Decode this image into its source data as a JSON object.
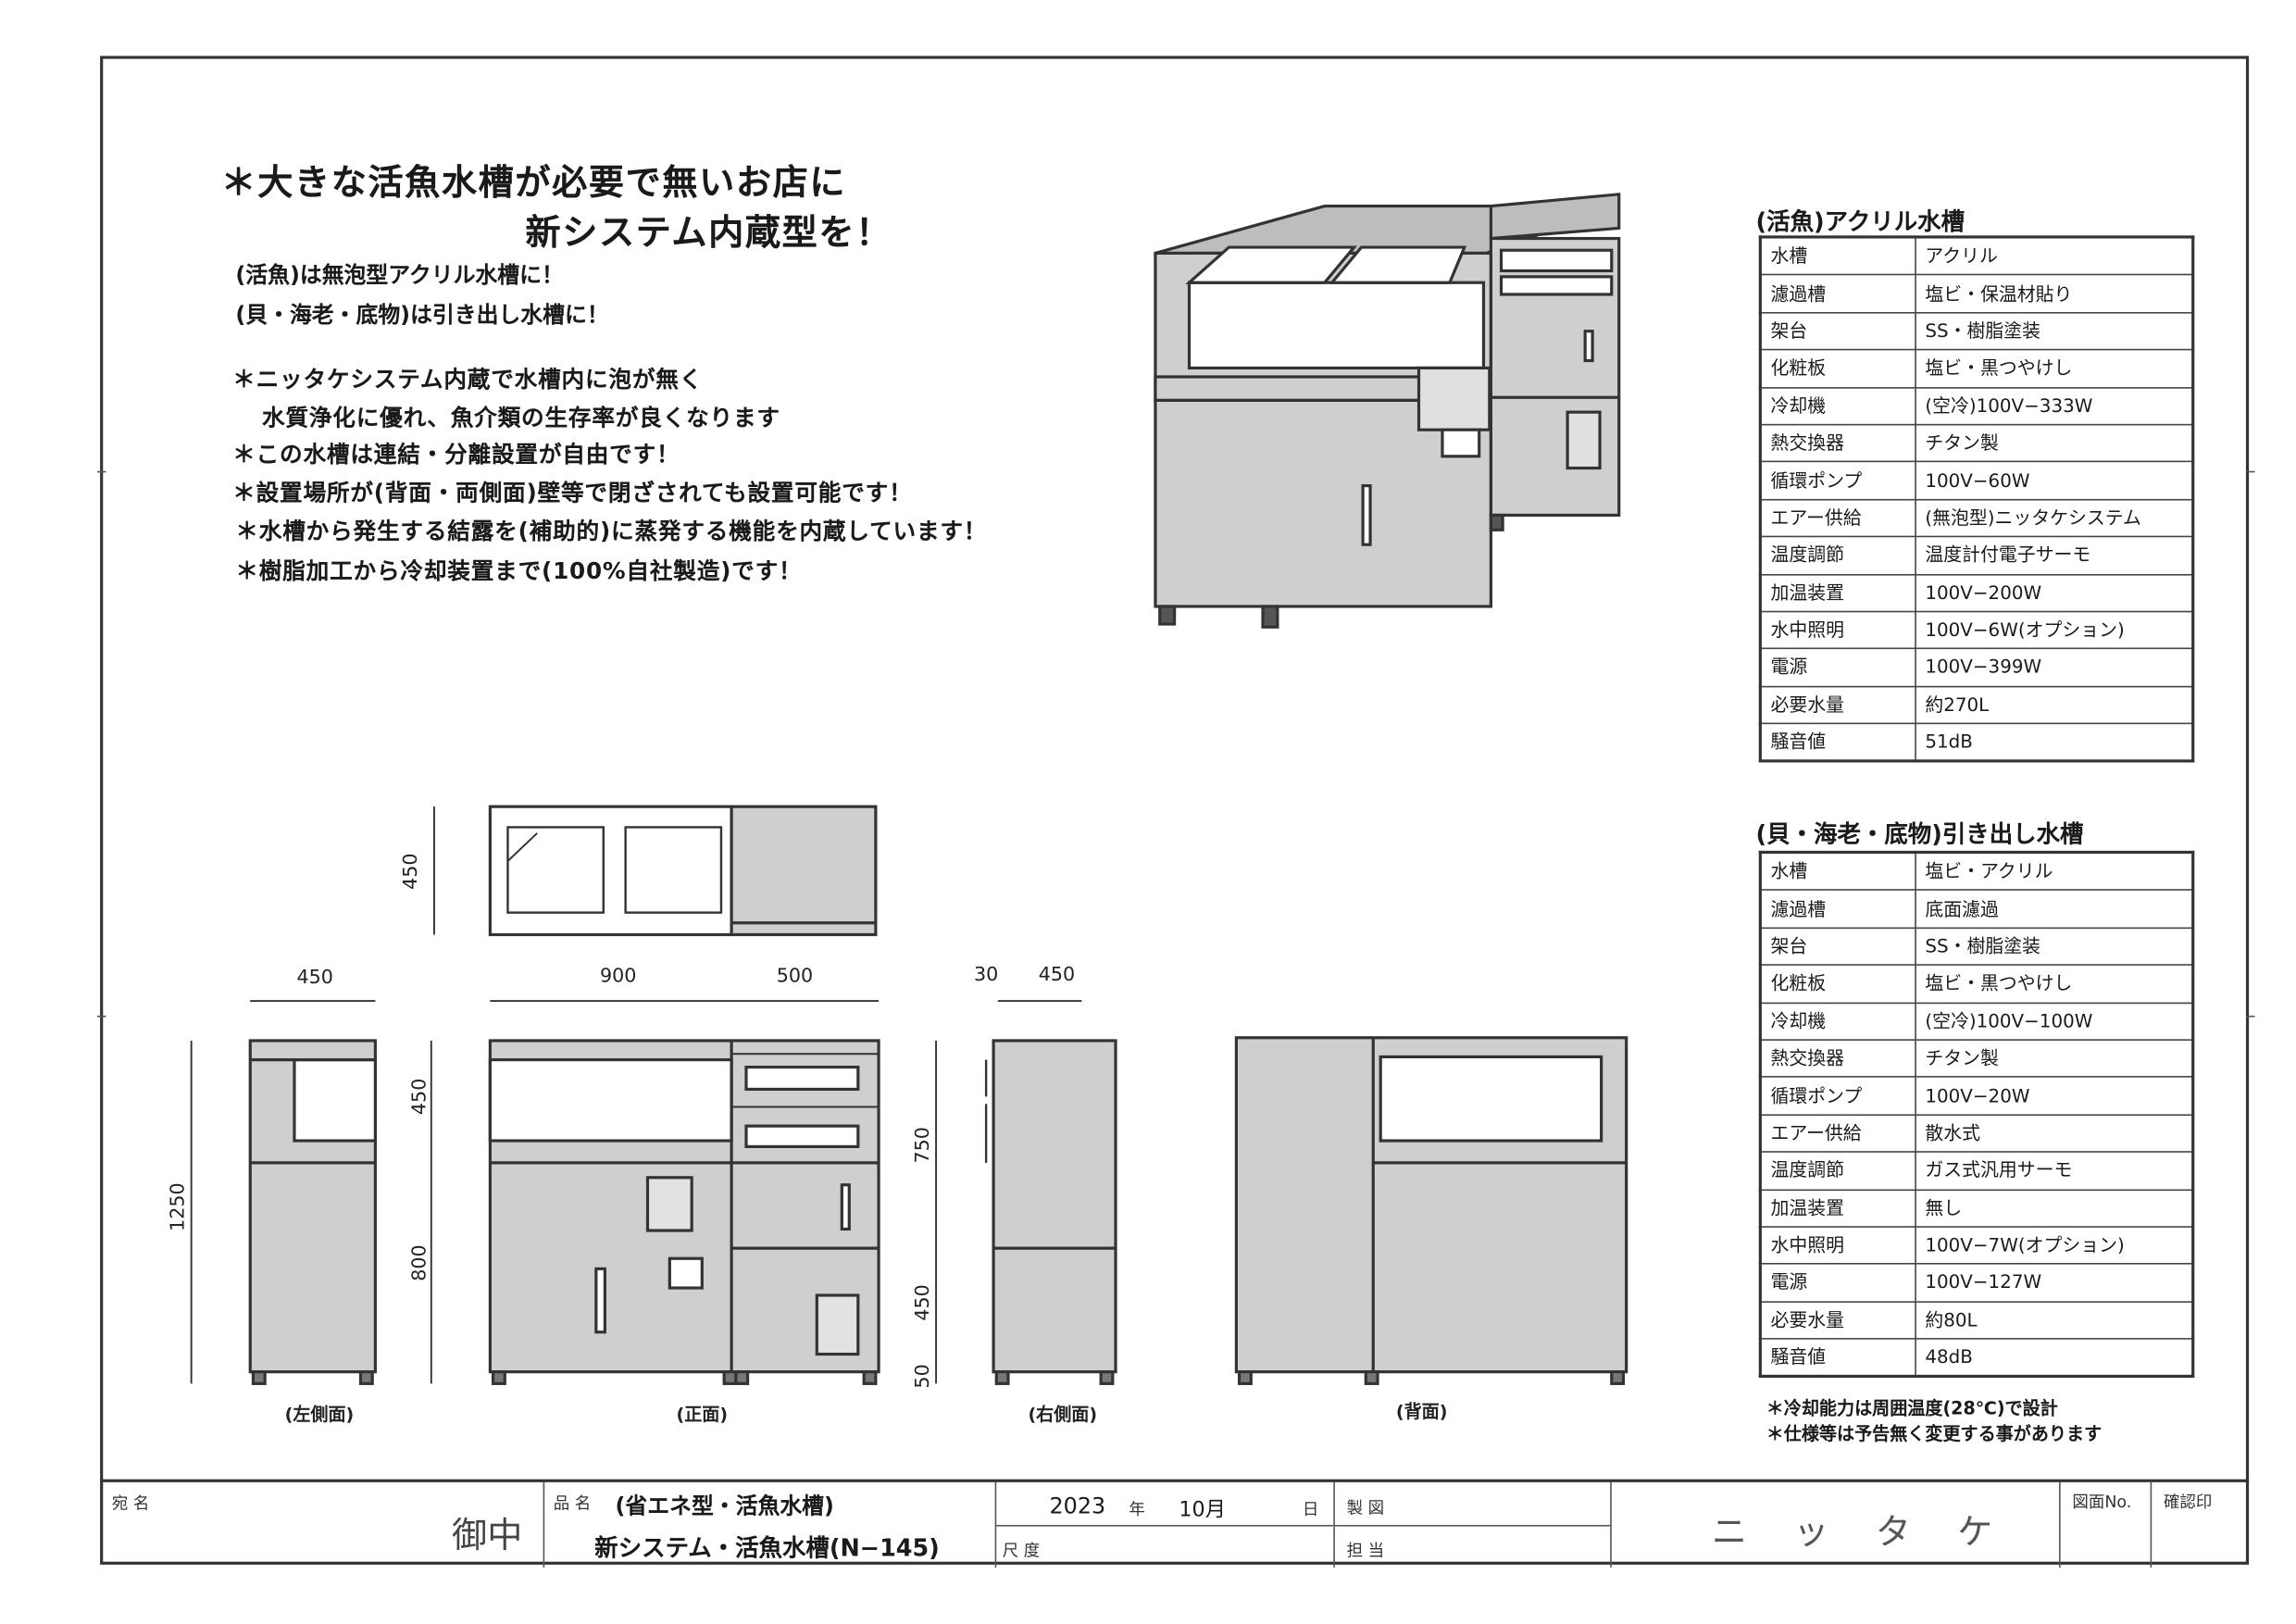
{
  "headline": [
    "＊大きな活魚水槽が必要で無いお店に",
    "新システム内蔵型を！"
  ],
  "sublines": [
    "(活魚)は無泡型アクリル水槽に！",
    "(貝・海老・底物)は引き出し水槽に！"
  ],
  "bullets": [
    "＊ニッタケシステム内蔵で水槽内に泡が無く",
    "水質浄化に優れ、魚介類の生存率が良くなります",
    "＊この水槽は連結・分離設置が自由です！",
    "＊設置場所が(背面・両側面)壁等で閉ざされても設置可能です！",
    "＊水槽から発生する結露を(補助的)に蒸発する機能を内蔵しています！",
    "＊樹脂加工から冷却装置まで(100%自社製造)です！"
  ],
  "spec_tables": [
    {
      "title": "(活魚)アクリル水槽",
      "rows": [
        [
          "水槽",
          "アクリル"
        ],
        [
          "濾過槽",
          "塩ビ・保温材貼り"
        ],
        [
          "架台",
          "SS・樹脂塗装"
        ],
        [
          "化粧板",
          "塩ビ・黒つやけし"
        ],
        [
          "冷却機",
          "(空冷)100V−333W"
        ],
        [
          "熱交換器",
          "チタン製"
        ],
        [
          "循環ポンプ",
          "100V−60W"
        ],
        [
          "エアー供給",
          "(無泡型)ニッタケシステム"
        ],
        [
          "温度調節",
          "温度計付電子サーモ"
        ],
        [
          "加温装置",
          "100V−200W"
        ],
        [
          "水中照明",
          "100V−6W(オプション)"
        ],
        [
          "電源",
          "100V−399W"
        ],
        [
          "必要水量",
          "約270L"
        ],
        [
          "騒音値",
          "51dB"
        ]
      ]
    },
    {
      "title": "(貝・海老・底物)引き出し水槽",
      "rows": [
        [
          "水槽",
          "塩ビ・アクリル"
        ],
        [
          "濾過槽",
          "底面濾過"
        ],
        [
          "架台",
          "SS・樹脂塗装"
        ],
        [
          "化粧板",
          "塩ビ・黒つやけし"
        ],
        [
          "冷却機",
          "(空冷)100V−100W"
        ],
        [
          "熱交換器",
          "チタン製"
        ],
        [
          "循環ポンプ",
          "100V−20W"
        ],
        [
          "エアー供給",
          "散水式"
        ],
        [
          "温度調節",
          "ガス式汎用サーモ"
        ],
        [
          "加温装置",
          "無し"
        ],
        [
          "水中照明",
          "100V−7W(オプション)"
        ],
        [
          "電源",
          "100V−127W"
        ],
        [
          "必要水量",
          "約80L"
        ],
        [
          "騒音値",
          "48dB"
        ]
      ]
    }
  ],
  "notes": [
    "＊冷却能力は周囲温度(28℃)で設計",
    "＊仕様等は予告無く変更する事があります"
  ],
  "dimensions": {
    "top_depth": "450",
    "left_width": "450",
    "front_left_width": "900",
    "front_right_width": "500",
    "right_offset": "30",
    "right_width": "450",
    "total_height": "1250",
    "front_upper": "450",
    "front_lower": "800",
    "right_upper": "750",
    "right_lower": "450",
    "leg": "50"
  },
  "view_labels": {
    "left": "(左側面)",
    "front": "(正面)",
    "right": "(右側面)",
    "back": "(背面)"
  },
  "title_block": {
    "addressee_label": "宛 名",
    "addressee_suffix": "御中",
    "product_label": "品 名",
    "product_line1": "(省エネ型・活魚水槽)",
    "product_line2": "新システム・活魚水槽(N−145)",
    "year": "2023",
    "year_unit": "年",
    "month": "10月",
    "day_unit": "日",
    "scale_label": "尺 度",
    "drafted_label": "製 図",
    "charge_label": "担 当",
    "company": "ニ ッ タ ケ",
    "drawing_no_label": "図面No.",
    "approval_label": "確認印"
  }
}
